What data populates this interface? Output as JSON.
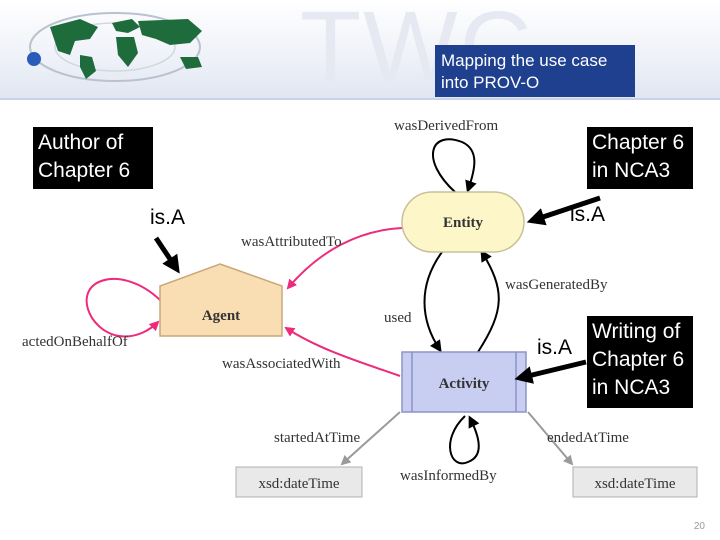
{
  "watermark": "TWC",
  "title": {
    "line1": "Mapping the use case",
    "line2": "into PROV-O"
  },
  "callouts": {
    "author": {
      "line1": "Author of",
      "line2": "Chapter 6"
    },
    "chapter": {
      "line1": "Chapter 6",
      "line2": "in NCA3"
    },
    "writing": {
      "line1": "Writing of",
      "line2": "Chapter 6",
      "line3": "in NCA3"
    }
  },
  "isa_labels": {
    "agent": "is.A",
    "entity": "is.A",
    "activity": "is.A"
  },
  "nodes": {
    "entity": "Entity",
    "agent": "Agent",
    "activity": "Activity",
    "datetime_left": "xsd:dateTime",
    "datetime_right": "xsd:dateTime"
  },
  "edges": {
    "was_derived_from": "wasDerivedFrom",
    "was_attributed_to": "wasAttributedTo",
    "was_generated_by": "wasGeneratedBy",
    "used": "used",
    "acted_on_behalf_of": "actedOnBehalfOf",
    "was_associated_with": "wasAssociatedWith",
    "started_at_time": "startedAtTime",
    "ended_at_time": "endedAtTime",
    "was_informed_by": "wasInformedBy"
  },
  "colors": {
    "entity_fill": "#fdf6c8",
    "agent_fill": "#f8deb2",
    "activity_fill": "#c8cdf2",
    "pink_edge": "#ee2a7b",
    "title_bg": "#1f3f8f",
    "callout_bg": "#000000"
  },
  "page_number": "20"
}
